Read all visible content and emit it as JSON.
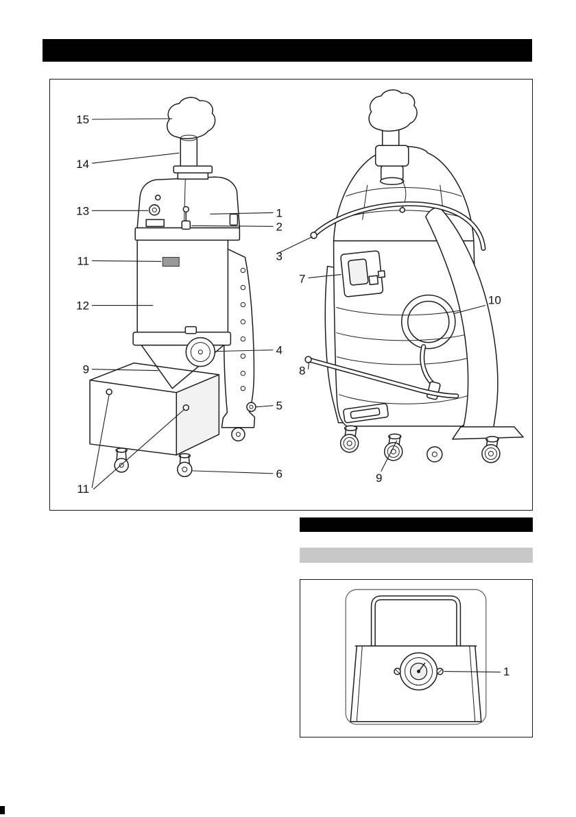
{
  "colors": {
    "bar_black": "#000000",
    "bar_gray": "#c8c8c8",
    "line_art": "#1c1c1c",
    "page_background": "#ffffff"
  },
  "figure_main": {
    "callouts": {
      "c15": "15",
      "c14": "14",
      "c13": "13",
      "c11a": "11",
      "c12": "12",
      "c9a": "9",
      "c11b": "11",
      "c1": "1",
      "c2": "2",
      "c3": "3",
      "c4": "4",
      "c5": "5",
      "c6": "6",
      "c7": "7",
      "c8": "8",
      "c10": "10",
      "c9b": "9"
    }
  },
  "figure_detail": {
    "callouts": {
      "c1": "1"
    }
  }
}
